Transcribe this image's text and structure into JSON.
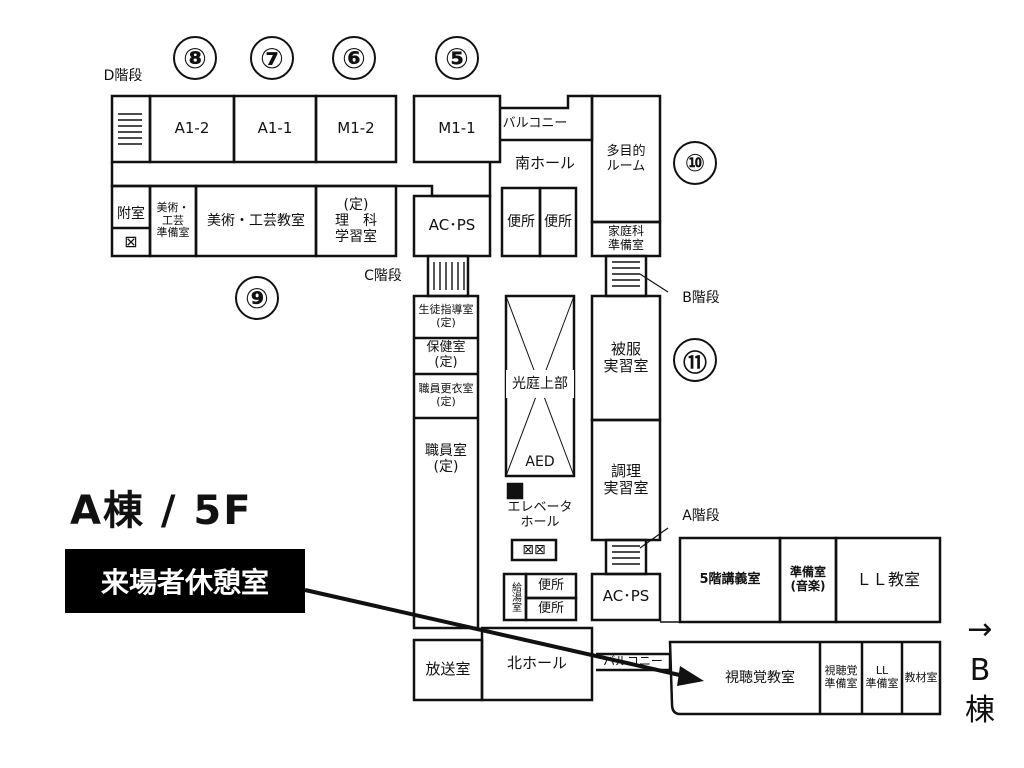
{
  "map": {
    "building_title": "A棟 / 5F",
    "rest_room_badge": "来場者休憩室",
    "to_building_b": {
      "arrow": "→",
      "line1": "B",
      "line2": "棟"
    }
  },
  "area_numbers": [
    "⑧",
    "⑦",
    "⑥",
    "⑤",
    "⑩",
    "⑨",
    "⑪"
  ],
  "stairs": {
    "d": "D階段",
    "c": "C階段",
    "b": "B階段",
    "a": "A階段"
  },
  "rooms": {
    "a1_2": "A1-2",
    "a1_1": "A1-1",
    "m1_2": "M1-2",
    "m1_1": "M1-1",
    "balcony_top": "バルコニー",
    "south_hall": "南ホール",
    "multipurpose": "多目的\nルーム",
    "home_ec_prep": "家庭科\n準備室",
    "annex": "附室",
    "art_craft_prep": "美術・\n工芸\n準備室",
    "art_craft": "美術・工芸教室",
    "science": "(定)\n理　科\n学習室",
    "ac_ps_top": "AC･PS",
    "toilet_1": "便所",
    "toilet_2": "便所",
    "guidance": "生徒指導室\n(定)",
    "health": "保健室\n(定)",
    "staff_locker": "職員更衣室\n(定)",
    "courtyard": "光庭上部",
    "aed": "AED",
    "clothing": "被服\n実習室",
    "cooking": "調理\n実習室",
    "staff_room": "職員室\n(定)",
    "elevator_hall": "エレベータ\nホール",
    "hot_water": "給湯室",
    "toilet_3": "便所",
    "toilet_4": "便所",
    "ac_ps_bottom": "AC･PS",
    "lecture_5f": "5階講義室",
    "music_prep": "準備室\n(音楽)",
    "ll_class": "ＬＬ教室",
    "broadcast": "放送室",
    "north_hall": "北ホール",
    "balcony_bottom": "バルコニー",
    "av_class": "視聴覚教室",
    "av_prep": "視聴覚\n準備室",
    "ll_prep": "LL\n準備室",
    "materials": "教材室"
  }
}
